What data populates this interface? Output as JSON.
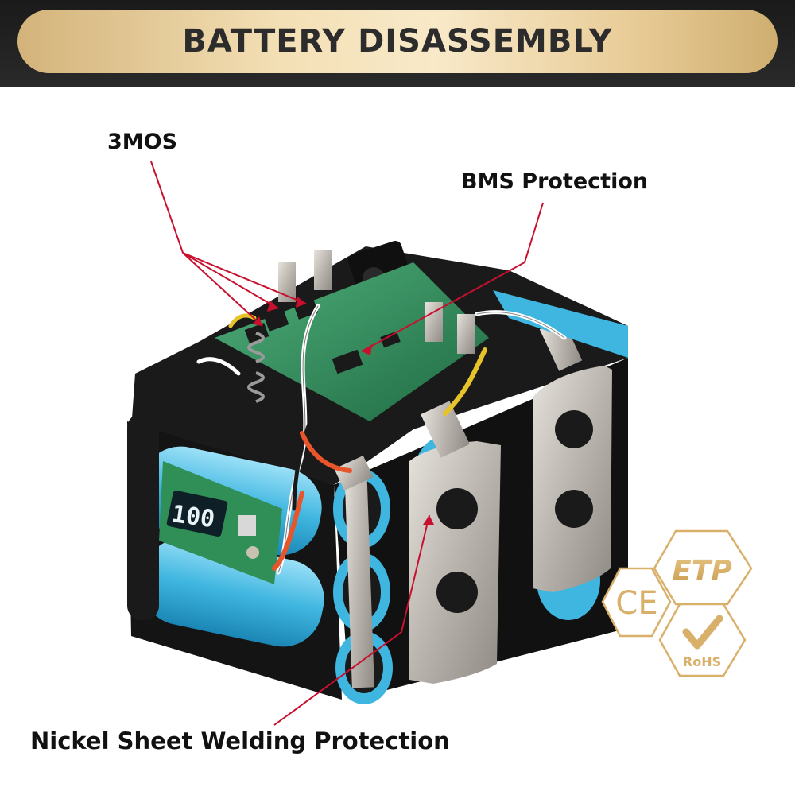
{
  "header": {
    "title": "BATTERY DISASSEMBLY"
  },
  "callouts": {
    "mos": "3MOS",
    "bms": "BMS Protection",
    "nickel": "Nickel Sheet Welding Protection"
  },
  "display": {
    "reading": "100"
  },
  "certifications": {
    "etp": "ETP",
    "ce": "CE",
    "rohs": "RoHS"
  },
  "colors": {
    "accent_gold": "#d9b06a",
    "callout_line": "#c8102e",
    "cell_blue": "#3fb6e0",
    "pcb_green": "#2e8b57"
  }
}
